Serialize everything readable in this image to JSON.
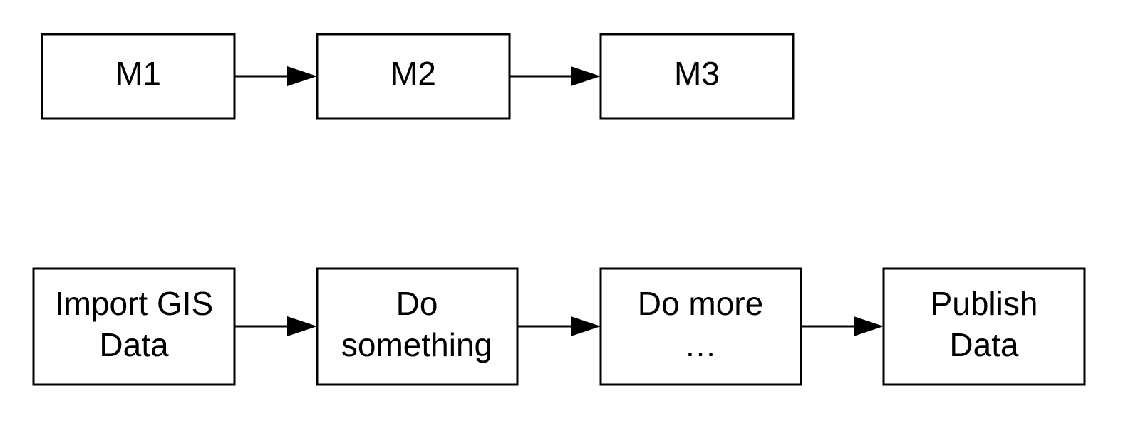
{
  "rows": [
    {
      "id": "row1",
      "nodes": [
        {
          "id": "m1",
          "lines": [
            "M1"
          ]
        },
        {
          "id": "m2",
          "lines": [
            "M2"
          ]
        },
        {
          "id": "m3",
          "lines": [
            "M3"
          ]
        }
      ]
    },
    {
      "id": "row2",
      "nodes": [
        {
          "id": "import-gis-data",
          "lines": [
            "Import GIS",
            "Data"
          ]
        },
        {
          "id": "do-something",
          "lines": [
            "Do",
            "something"
          ]
        },
        {
          "id": "do-more",
          "lines": [
            "Do more",
            "…"
          ]
        },
        {
          "id": "publish-data",
          "lines": [
            "Publish",
            "Data"
          ]
        }
      ]
    }
  ]
}
